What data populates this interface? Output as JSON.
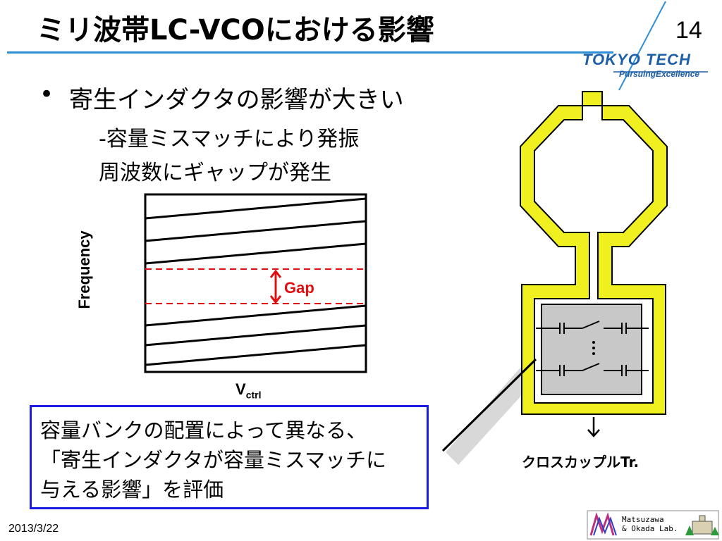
{
  "slide": {
    "title": "ミリ波帯LC-VCOにおける影響",
    "page_number": "14",
    "date": "2013/3/22"
  },
  "logo": {
    "main": "TOKYO TECH",
    "tagline": "PursuingExcellence",
    "color": "#1d5fa8"
  },
  "lab_logo": {
    "line1": "Matsuzawa",
    "line2": "& Okada Lab."
  },
  "bullet": {
    "text": "寄生インダクタの影響が大きい",
    "sub_line1": "-容量ミスマッチにより発振",
    "sub_line2": "周波数にギャップが発生"
  },
  "note": {
    "line1": "容量バンクの配置によって異なる、",
    "line2": "「寄生インダクタが容量ミスマッチに",
    "line3": "与える影響」を評価",
    "border_color": "#1a1ae0"
  },
  "graph": {
    "y_label": "Frequency",
    "x_label_main": "V",
    "x_label_sub": "ctrl",
    "gap_label": "Gap",
    "gap_color": "#e01010"
  },
  "circuit": {
    "caption": "クロスカップルTr.",
    "inductor_color": "#f0f020",
    "bank_fill": "#c8c8c8"
  }
}
